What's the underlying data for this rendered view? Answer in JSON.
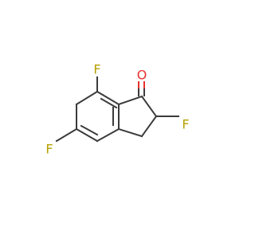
{
  "molecule": {
    "atoms": {
      "f_top": {
        "symbol": "F",
        "color": "#b4a000"
      },
      "oxygen": {
        "symbol": "O",
        "color": "#e8302c"
      },
      "f_right": {
        "symbol": "F",
        "color": "#b4a000"
      },
      "f_left": {
        "symbol": "F",
        "color": "#b4a000"
      }
    },
    "bond_color": "#3b3b3b"
  }
}
